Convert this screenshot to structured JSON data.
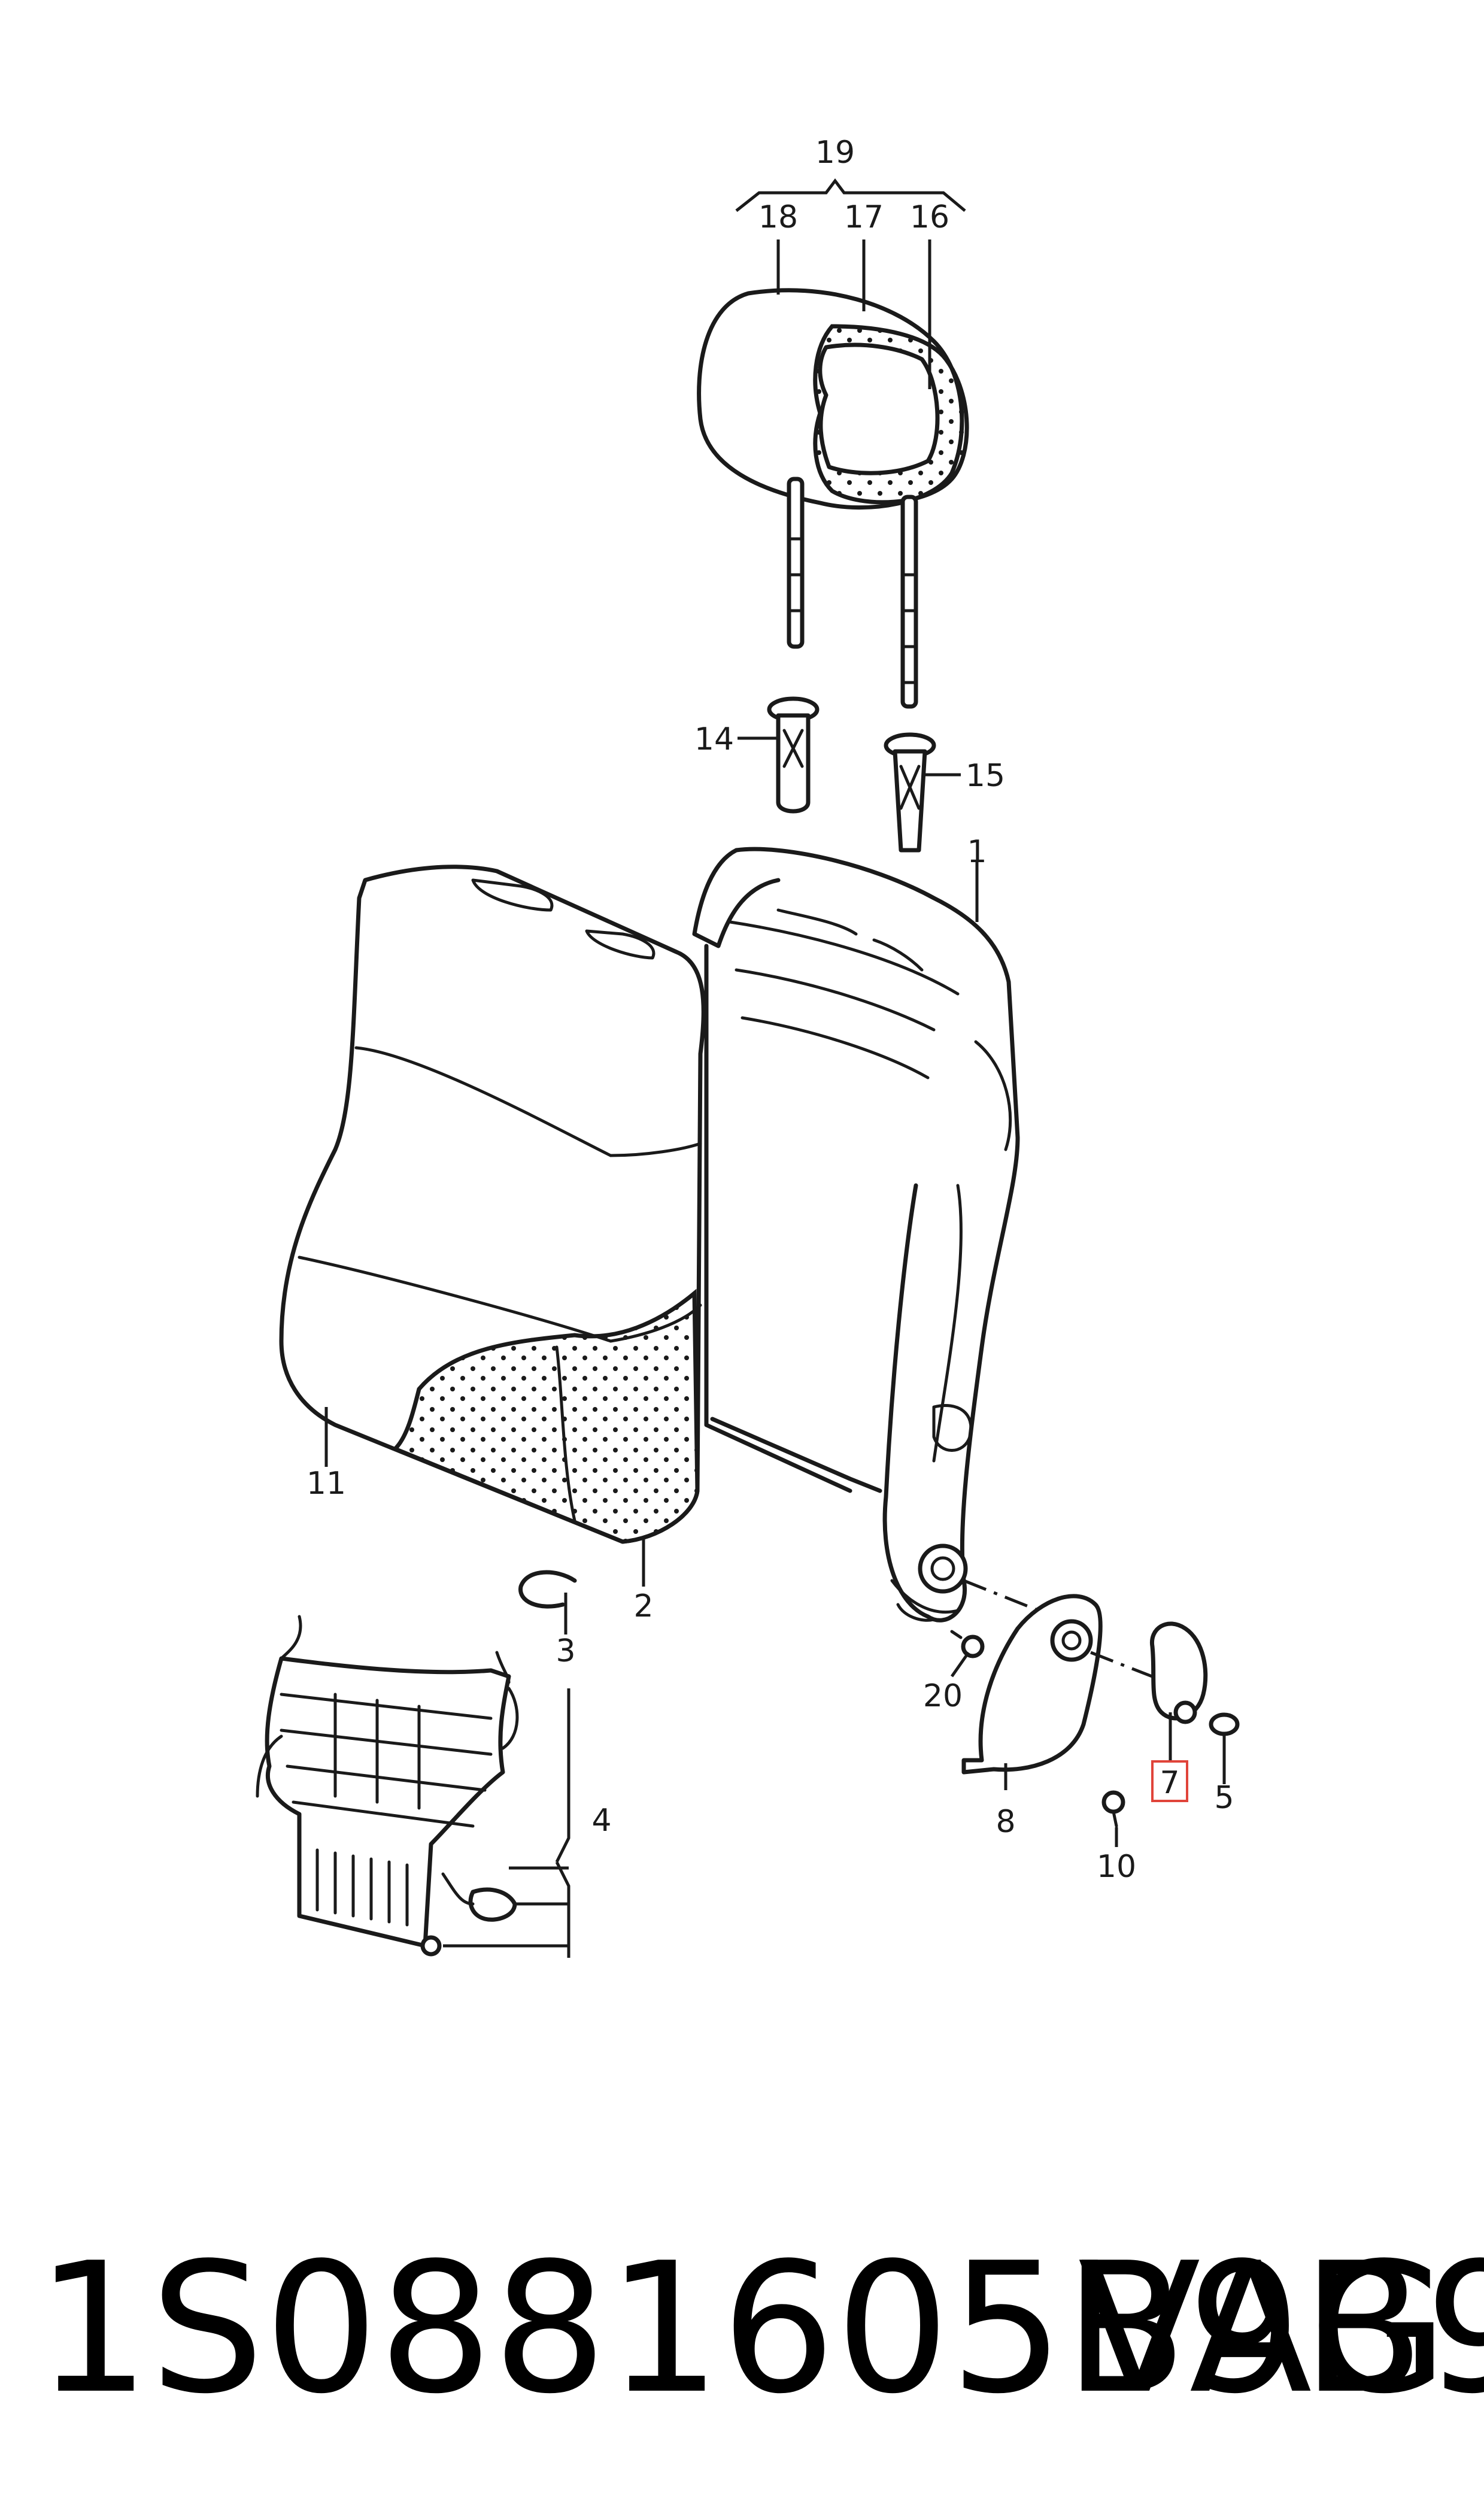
{
  "diagram": {
    "callouts": [
      "19",
      "18",
      "17",
      "16",
      "14",
      "15",
      "1",
      "11",
      "2",
      "3",
      "20",
      "4",
      "8",
      "7",
      "5",
      "10"
    ],
    "highlighted_callout": "7",
    "highlight_color": "#e0443a"
  },
  "footer": {
    "part_number": "1S0881605B9B9",
    "brand": "VAG"
  }
}
